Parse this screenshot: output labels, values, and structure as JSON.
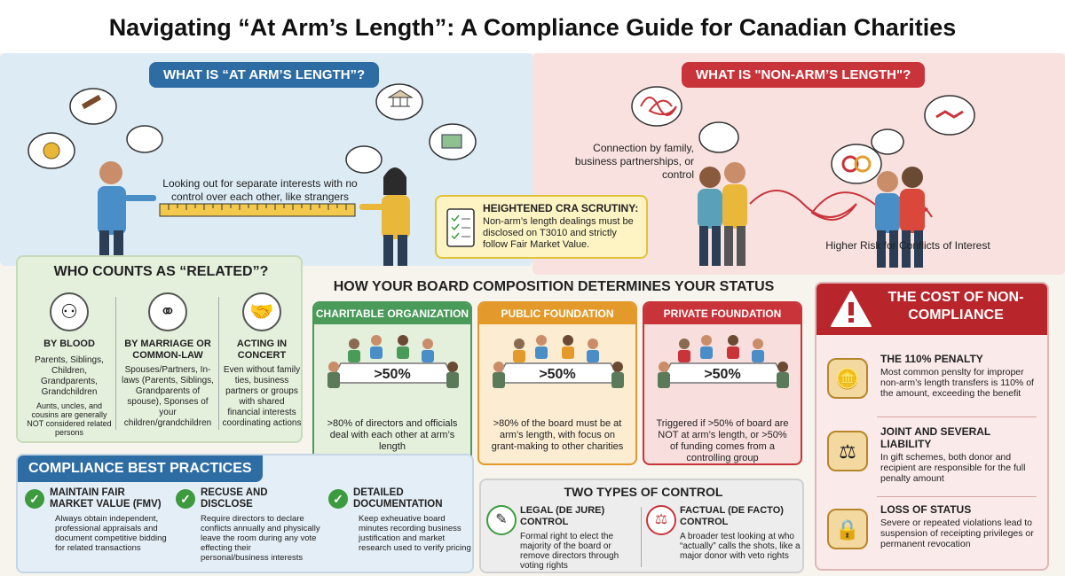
{
  "title": "Navigating “At Arm’s Length”: A Compliance Guide for Canadian Charities",
  "arms_length": {
    "heading": "WHAT IS “AT ARM’S LENGTH”?",
    "caption": "Looking out for separate interests with no control over each other, like strangers"
  },
  "non_arms_length": {
    "heading": "WHAT IS \"NON-ARM’S LENGTH\"?",
    "caption": "Connection by family, business partnerships, or control",
    "risk": "Higher Risk for Conflicts of Interest"
  },
  "cra": {
    "heading": "HEIGHTENED CRA SCRUTINY:",
    "body": "Non-arm’s length dealings must be disclosed on T3010 and strictly follow Fair Market Value."
  },
  "related": {
    "heading": "WHO COUNTS AS “RELATED”?",
    "blood": {
      "title": "BY BLOOD",
      "body": "Parents, Siblings, Children, Grandparents, Grandchildren",
      "note": "Aunts, uncles, and cousins are generally NOT considered related persons"
    },
    "marriage": {
      "title": "BY MARRIAGE OR COMMON-LAW",
      "body": "Spouses/Partners, In-laws (Parents, Siblings, Grandparents of spouse), Sponses of your children/grandchildren"
    },
    "concert": {
      "title": "ACTING IN CONCERT",
      "body": "Even without family ties, business partners or groups with shared financial interests coordinating actions"
    }
  },
  "board": {
    "heading": "HOW YOUR BOARD COMPOSITION DETERMINES YOUR STATUS",
    "types": [
      {
        "title": "CHARITABLE ORGANIZATION",
        "pct": ">50%",
        "body": ">80% of directors and officials deal with each other at arm’s length",
        "color": "#4a9a5a",
        "bg": "#e4efdc"
      },
      {
        "title": "PUBLIC FOUNDATION",
        "pct": ">50%",
        "body": ">80% of the board must be at arm’s length, with focus on grant-making to other charities",
        "color": "#e39a2a",
        "bg": "#fbecd2"
      },
      {
        "title": "PRIVATE FOUNDATION",
        "pct": ">50%",
        "body": "Triggered if >50% of board are NOT at arm’s length, or >50% of funding comes from a controlling group",
        "color": "#c8343a",
        "bg": "#f8dedd"
      }
    ]
  },
  "cost": {
    "heading": "THE COST OF NON-COMPLIANCE",
    "items": [
      {
        "title": "THE 110% PENALTY",
        "body": "Most common penslty for improper non-arm’s length transfers is 110% of the amount, exceeding the benefit",
        "icon": "coins-icon"
      },
      {
        "title": "JOINT AND SEVERAL LIABILITY",
        "body": "In gift schemes, both donor and recipient are responsible for the full penalty amount",
        "icon": "weight-icon"
      },
      {
        "title": "LOSS OF STATUS",
        "body": "Severe or repeated violations lead to suspension of receipting privileges or permanent revocation",
        "icon": "lock-shield-icon"
      }
    ]
  },
  "practices": {
    "heading": "COMPLIANCE BEST PRACTICES",
    "items": [
      {
        "title": "MAINTAIN FAIR MARKET VALUE (FMV)",
        "body": "Always obtain independent, professional appraisals and document competitive bidding for related transactions"
      },
      {
        "title": "RECUSE AND DISCLOSE",
        "body": "Require directors to declare conflicts annually and physically leave the room during any vote effecting their personal/business interests"
      },
      {
        "title": "DETAILED DOCUMENTATION",
        "body": "Keep exheuative board minutes recording business justification and market research used to verify pricing"
      }
    ]
  },
  "control": {
    "heading": "TWO TYPES OF CONTROL",
    "legal": {
      "title": "LEGAL (DE JURE) CONTROL",
      "body": "Formal right to elect the majority of the board or remove directors through voting rights"
    },
    "factual": {
      "title": "FACTUAL (DE FACTO) CONTROL",
      "body": "A broader test looking at who “actually” calls the shots, like a major donor with veto rights"
    }
  }
}
